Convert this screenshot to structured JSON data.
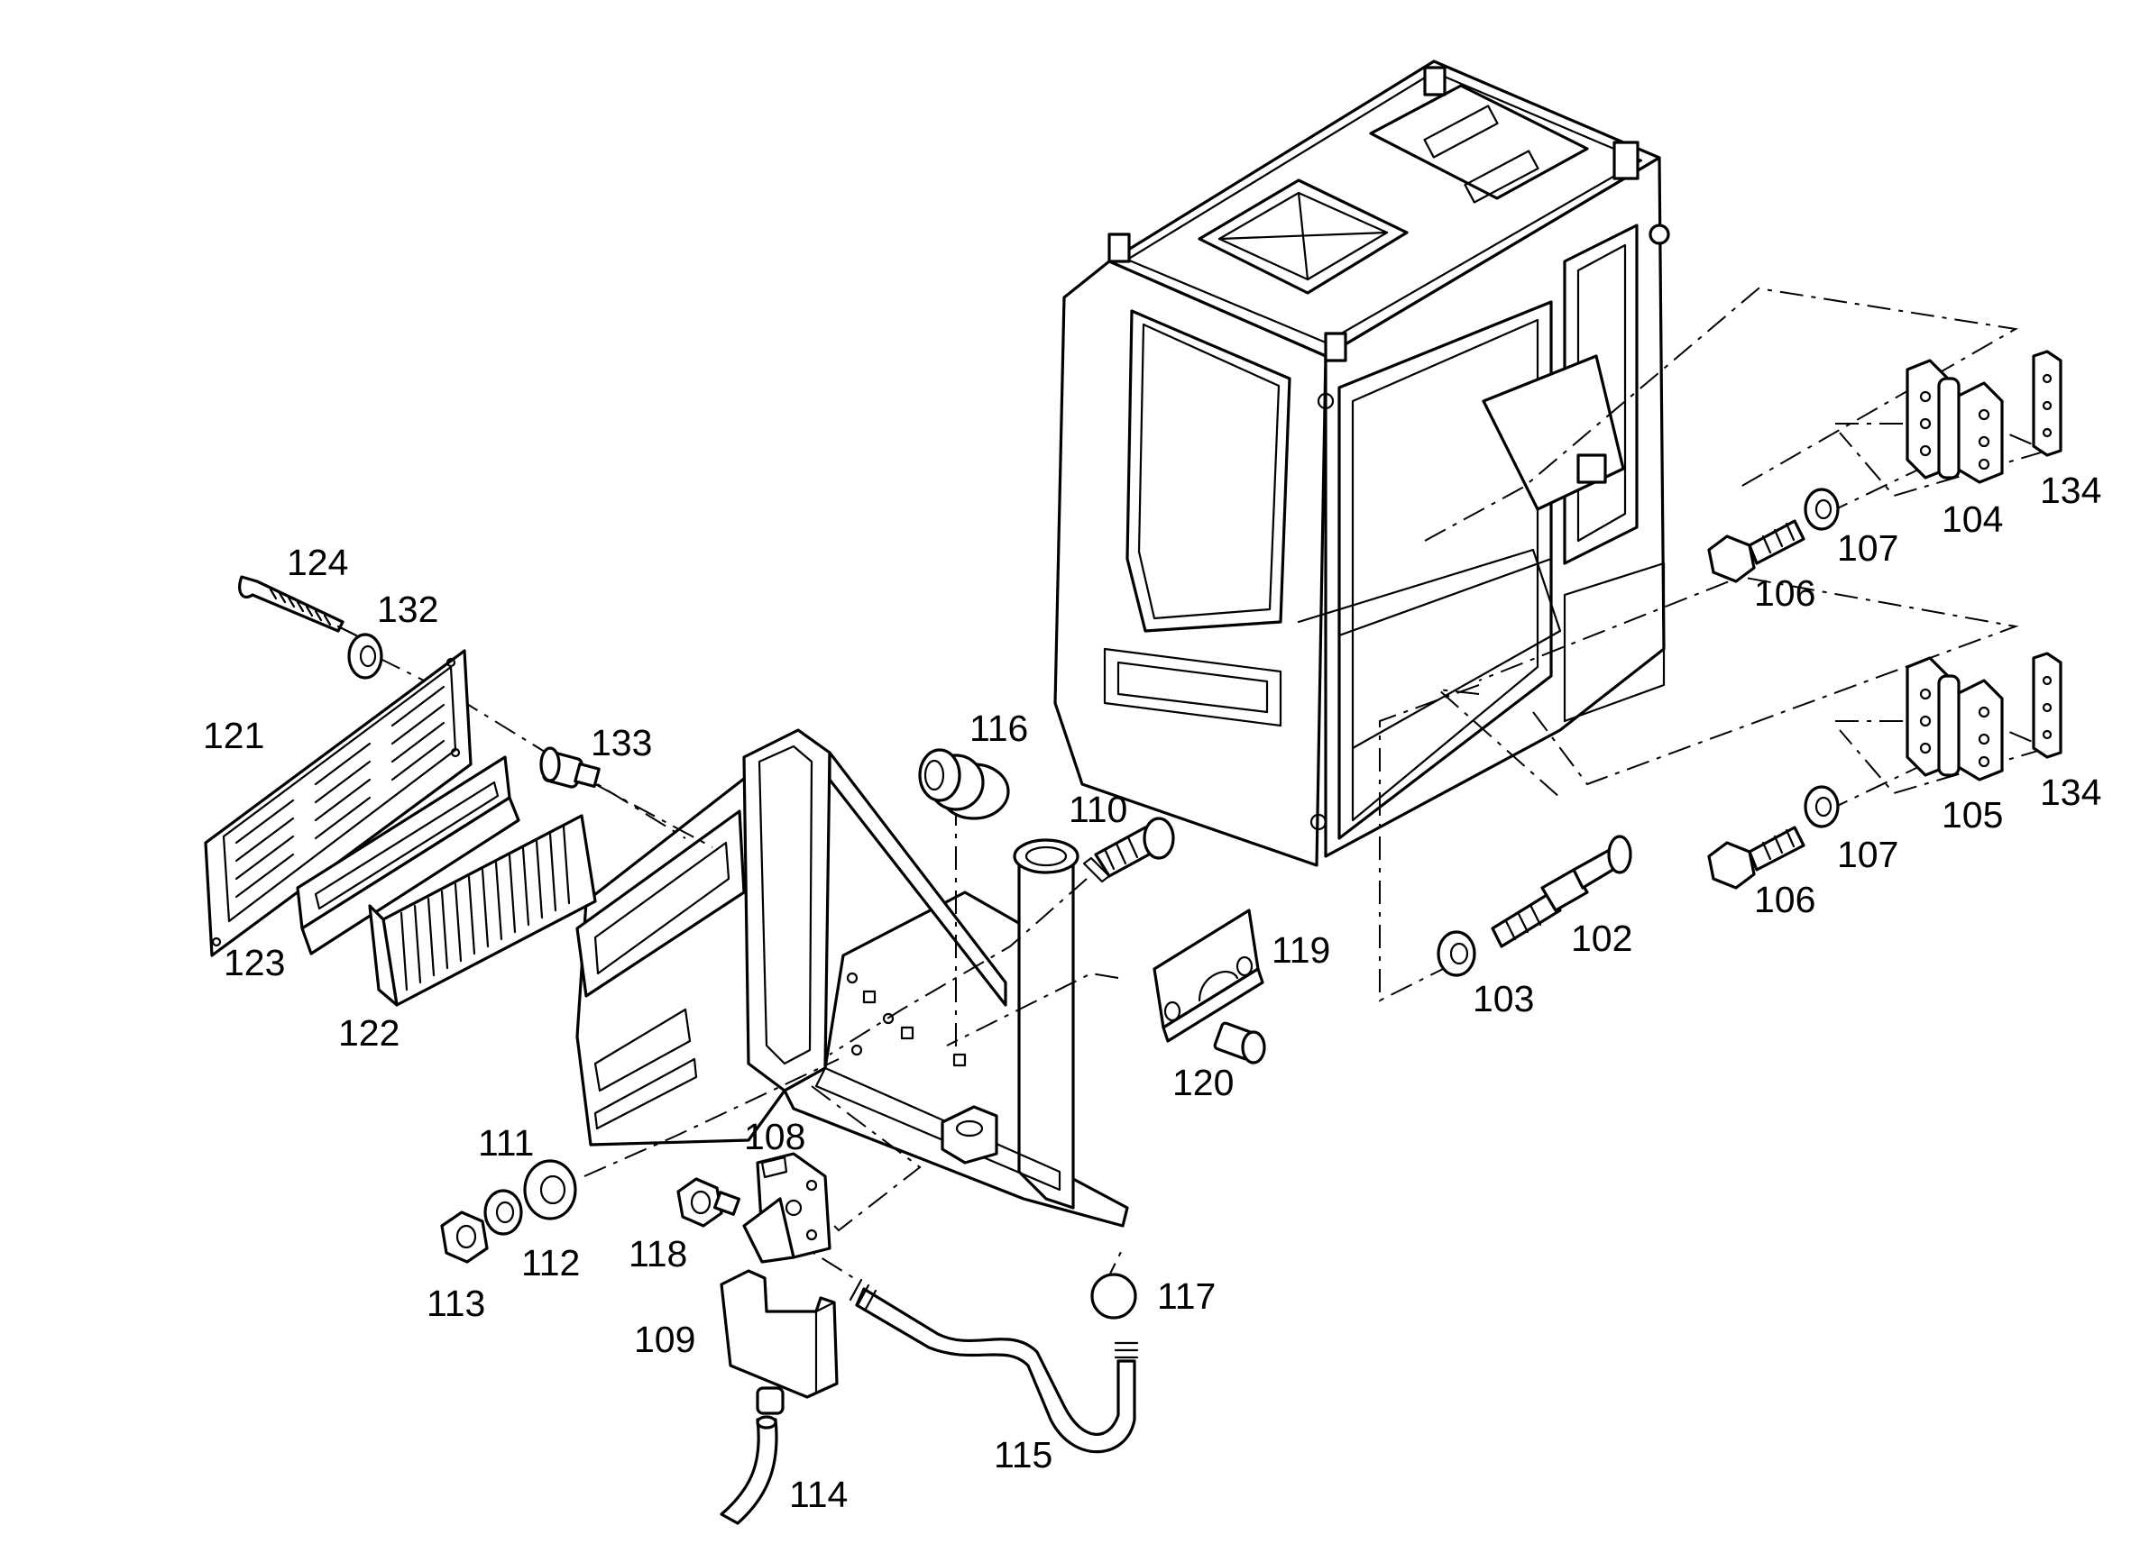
{
  "diagram": {
    "labels": {
      "p102": "102",
      "p103": "103",
      "p104": "104",
      "p105": "105",
      "p106a": "106",
      "p106b": "106",
      "p107a": "107",
      "p107b": "107",
      "p108": "108",
      "p109": "109",
      "p110": "110",
      "p111": "111",
      "p112": "112",
      "p113": "113",
      "p114": "114",
      "p115": "115",
      "p116": "116",
      "p117": "117",
      "p118": "118",
      "p119": "119",
      "p120": "120",
      "p121": "121",
      "p122": "122",
      "p123": "123",
      "p124": "124",
      "p132": "132",
      "p133": "133",
      "p134a": "134",
      "p134b": "134"
    }
  }
}
